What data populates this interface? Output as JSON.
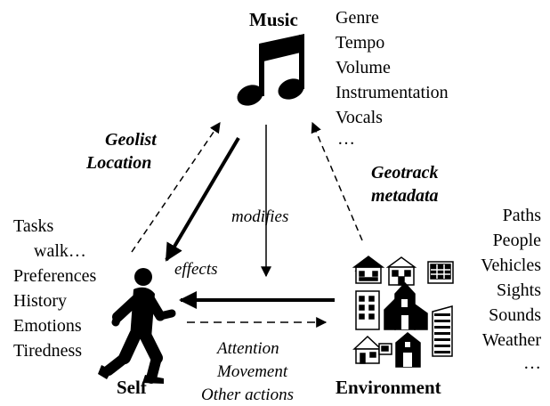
{
  "nodes": {
    "music": "Music",
    "self": "Self",
    "environment": "Environment"
  },
  "music_attributes": [
    "Genre",
    "Tempo",
    "Volume",
    "Instrumentation",
    "Vocals",
    "…"
  ],
  "self_attributes": [
    "Tasks",
    "walk…",
    "Preferences",
    "History",
    "Emotions",
    "Tiredness"
  ],
  "environment_attributes": [
    "Paths",
    "People",
    "Vehicles",
    "Sights",
    "Sounds",
    "Weather",
    "…"
  ],
  "edge_labels": {
    "geolist": "Geolist",
    "location": "Location",
    "geotrack": "Geotrack",
    "metadata": "metadata",
    "modifies": "modifies",
    "effects": "effects",
    "actions": [
      "Attention",
      "Movement",
      "Other actions"
    ]
  },
  "icons": {
    "music": "music-note-icon",
    "self": "walking-person-icon",
    "environment": "buildings-icon"
  },
  "colors": {
    "ink": "#000000",
    "paper": "#ffffff"
  }
}
